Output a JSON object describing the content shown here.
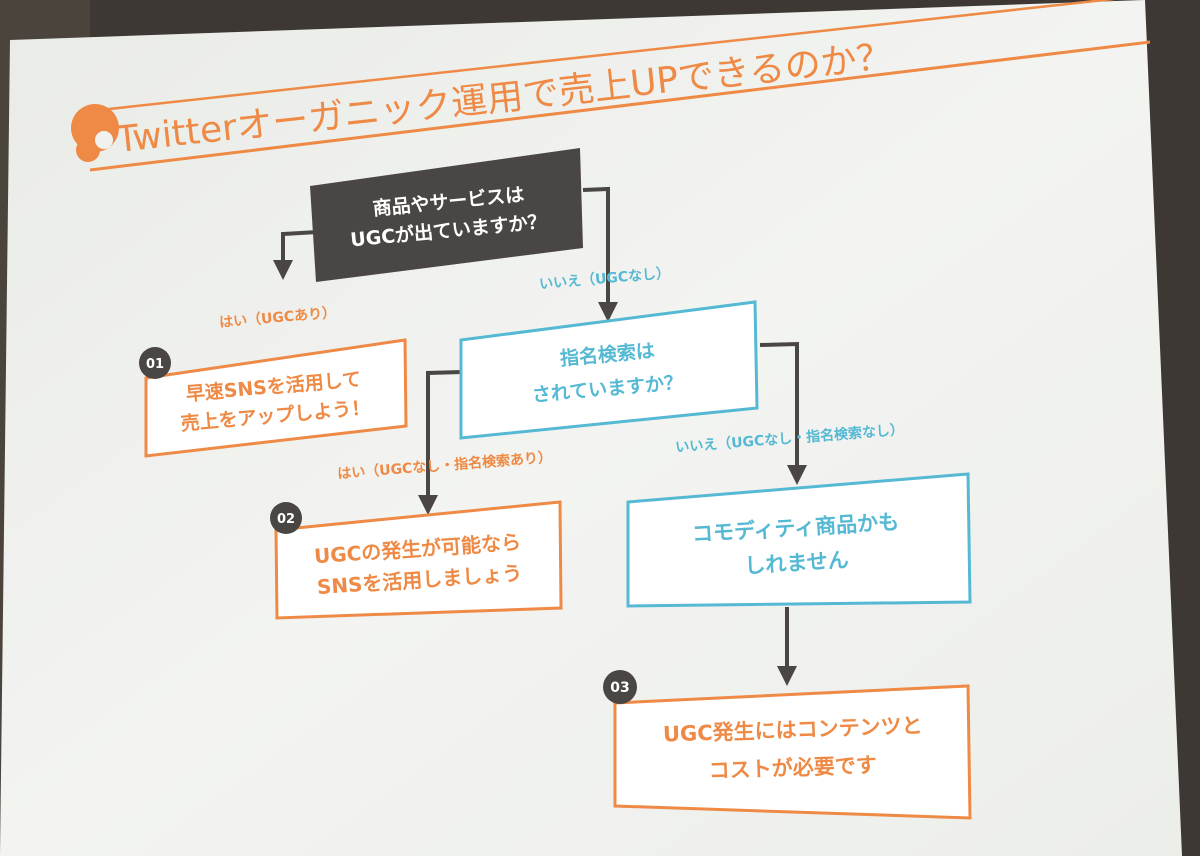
{
  "slide": {
    "title": "Twitterオーガニック運用で売上UPできるのか？"
  },
  "flowchart": {
    "q1": {
      "line1": "商品やサービスは",
      "line2": "UGCが出ていますか？"
    },
    "q2": {
      "line1": "指名検索は",
      "line2": "されていますか？"
    },
    "r01": {
      "number": "01",
      "line1": "早速SNSを活用して",
      "line2": "売上をアップしよう！"
    },
    "r02": {
      "number": "02",
      "line1": "UGCの発生が可能なら",
      "line2": "SNSを活用しましょう"
    },
    "commodity": {
      "line1": "コモディティ商品かも",
      "line2": "しれません"
    },
    "r03": {
      "number": "03",
      "line1": "UGC発生にはコンテンツと",
      "line2": "コストが必要です"
    },
    "labels": {
      "yes_ugc": "はい（UGCあり）",
      "no_ugc": "いいえ（UGCなし）",
      "yes_search": "はい（UGCなし・指名検索あり）",
      "no_search": "いいえ（UGCなし・指名検索なし）"
    }
  },
  "colors": {
    "orange": "#ee8a45",
    "teal": "#55b9d4",
    "dark": "#4a4644",
    "slide_bg": "#f1f2ee"
  }
}
